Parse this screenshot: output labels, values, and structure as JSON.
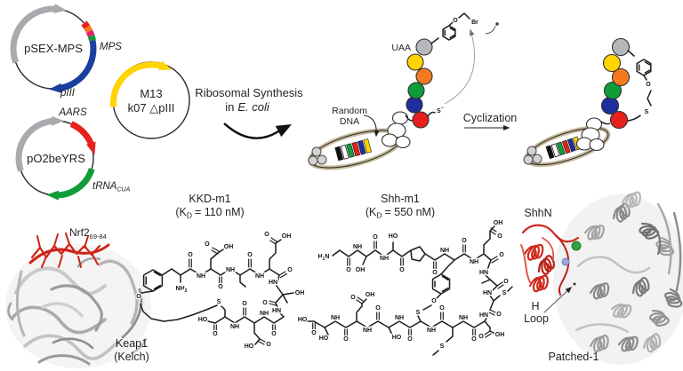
{
  "colors": {
    "gray_arrow": "#a8aaad",
    "blue": "#1b3f9e",
    "yellow": "#ffd400",
    "red": "#e8201c",
    "green": "#119c3a",
    "navy": "#1f2e9e",
    "orange": "#f4791f",
    "magenta": "#ec1e79",
    "bead_gray": "#b5b7ba",
    "phage_tan": "#c9bb9e",
    "protein_gray": "#b3b3b3",
    "protein_red": "#cf2318"
  },
  "plasmids": {
    "psex": {
      "name": "pSEX-MPS",
      "mps": "MPS",
      "piii": "pIII"
    },
    "m13": {
      "line1": "M13",
      "line2": "k07 △pIII"
    },
    "po2be": {
      "name": "pO2beYRS",
      "aars": "AARS",
      "trna": "tRNA",
      "trna_sub": "CUA"
    }
  },
  "process": {
    "line1": "Ribosomal Synthesis",
    "line2_pre": "in",
    "line2_em": "E. coli",
    "cyclization": "Cyclization"
  },
  "display": {
    "uaa": "UAA",
    "random1": "Random",
    "random2": "DNA"
  },
  "chem": {
    "o": "O",
    "oh": "OH",
    "ho": "HO",
    "s": "S",
    "br": "Br",
    "nh": "NH",
    "hn": "HN",
    "n": "N",
    "h": "H",
    "sub2": "2",
    "minus": "−"
  },
  "binders": {
    "kkd": {
      "name": "KKD-m1",
      "kd_open": "(K",
      "kd_sub": "D",
      "kd_rest": "= 110 nM)"
    },
    "shh": {
      "name": "Shh-m1",
      "kd_open": "(K",
      "kd_sub": "D",
      "kd_rest": "= 550 nM)"
    }
  },
  "structures": {
    "keap1": {
      "ligand": "Nrf2",
      "ligand_sub": "69-84",
      "line1": "Keap1",
      "line2": "(Kelch)"
    },
    "patched": {
      "ligand": "ShhN",
      "h": "H",
      "loop": "Loop",
      "name": "Patched-1"
    }
  }
}
